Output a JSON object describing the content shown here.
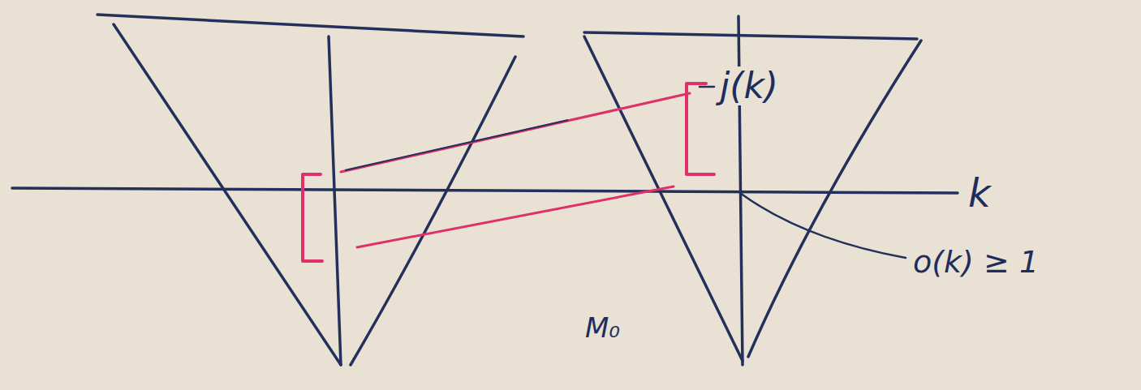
{
  "diagram": {
    "labels": [
      "j(k)",
      "k",
      "o(k) ≥ 1",
      "M₀"
    ]
  }
}
